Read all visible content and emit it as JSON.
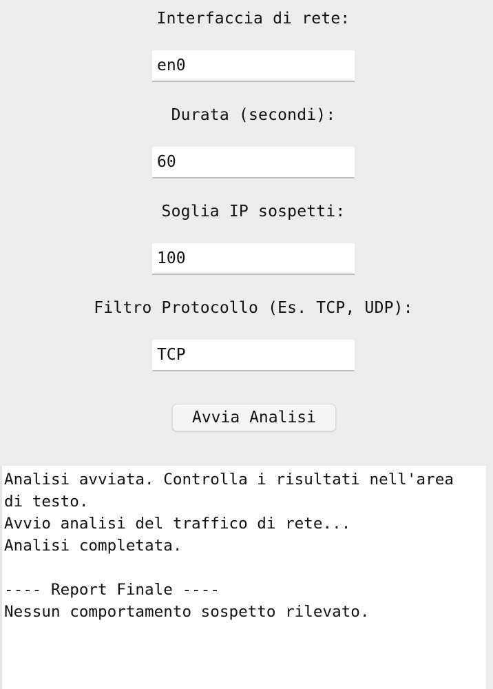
{
  "form": {
    "interface_label": "Interfaccia di rete:",
    "interface_value": "en0",
    "duration_label": "Durata (secondi):",
    "duration_value": "60",
    "threshold_label": "Soglia IP sospetti:",
    "threshold_value": "100",
    "protocol_label": "Filtro Protocollo (Es. TCP, UDP):",
    "protocol_value": "TCP",
    "start_button_label": "Avvia Analisi"
  },
  "output": {
    "lines": [
      "Analisi avviata. Controlla i risultati nell'area",
      "di testo.",
      "Avvio analisi del traffico di rete...",
      "Analisi completata.",
      "",
      "---- Report Finale ----",
      "Nessun comportamento sospetto rilevato."
    ]
  },
  "colors": {
    "window_background": "#ececec",
    "field_background": "#ffffff",
    "text": "#111111"
  }
}
